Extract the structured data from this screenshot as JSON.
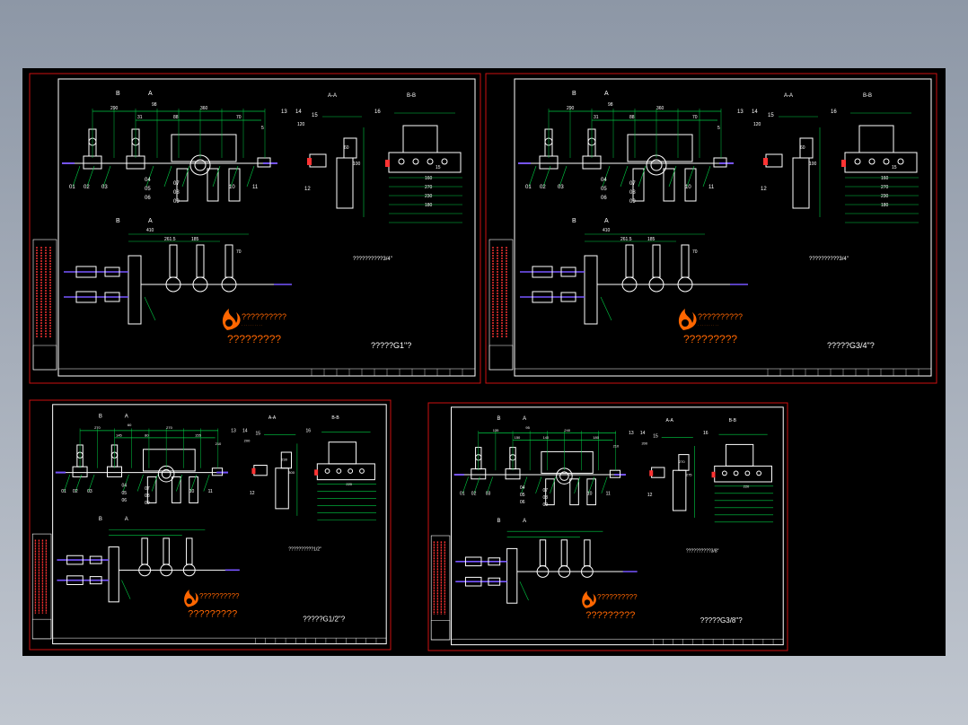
{
  "colors": {
    "frame": "#cc1111",
    "border": "#ffffff",
    "drawing": "#ffffff",
    "dimension": "#00cc44",
    "note": "#ff3333",
    "logo": "#ff6600",
    "port": "#7755ff"
  },
  "sheets": [
    {
      "id": "sheet-1",
      "title": "?????G1\"?",
      "subtitle": "??????????3/4\"",
      "brand_text": "??????????",
      "brand_sub": "· · · · · · · · · ·",
      "logo_text": "?????????",
      "section_a": "A-A",
      "section_b": "B-B",
      "view_a": "A",
      "view_b": "B",
      "dims": [
        "290",
        "360",
        "31",
        "98",
        "88",
        "70",
        "5",
        "120",
        "60",
        "100",
        "160",
        "270",
        "230",
        "180",
        "15",
        "410",
        "261.5",
        "185",
        "70"
      ],
      "parts": [
        "01",
        "02",
        "03",
        "04",
        "05",
        "06",
        "07",
        "08",
        "09",
        "10",
        "11",
        "12",
        "13",
        "14",
        "15",
        "16"
      ]
    },
    {
      "id": "sheet-2",
      "title": "?????G3/4\"?",
      "subtitle": "??????????3/4\"",
      "brand_text": "??????????",
      "brand_sub": "· · · · · · · · · ·",
      "logo_text": "?????????",
      "section_a": "A-A",
      "section_b": "B-B",
      "view_a": "A",
      "view_b": "B",
      "dims": [
        "290",
        "360",
        "31",
        "98",
        "88",
        "70",
        "5",
        "120",
        "60",
        "100",
        "160",
        "270",
        "230",
        "180",
        "15",
        "410",
        "261.5",
        "185",
        "70"
      ],
      "parts": [
        "01",
        "02",
        "03",
        "04",
        "05",
        "06",
        "07",
        "08",
        "09",
        "10",
        "11",
        "12",
        "13",
        "14",
        "15",
        "16"
      ]
    },
    {
      "id": "sheet-3",
      "title": "?????G1/2\"?",
      "subtitle": "??????????1/2\"",
      "brand_text": "??????????",
      "brand_sub": "",
      "logo_text": "?????????",
      "section_a": "A-A",
      "section_b": "B-B",
      "view_a": "A",
      "view_b": "B",
      "dims": [
        "270",
        "270",
        "145",
        "60",
        "80",
        "155",
        "210",
        "200",
        "230",
        "300",
        "220"
      ],
      "parts": [
        "01",
        "02",
        "03",
        "04",
        "05",
        "06",
        "07",
        "08",
        "09",
        "10",
        "11",
        "12",
        "13",
        "14",
        "15",
        "16"
      ]
    },
    {
      "id": "sheet-4",
      "title": "?????G3/8\"?",
      "subtitle": "??????????3/8\"",
      "brand_text": "??????????",
      "brand_sub": "",
      "logo_text": "?????????",
      "section_a": "A-A",
      "section_b": "B-B",
      "view_a": "A",
      "view_b": "B",
      "dims": [
        "135",
        "240",
        "150",
        "95",
        "140",
        "180",
        "210",
        "200",
        "270",
        "275",
        "220"
      ],
      "parts": [
        "01",
        "02",
        "03",
        "04",
        "05",
        "06",
        "07",
        "08",
        "09",
        "10",
        "11",
        "12",
        "13",
        "14",
        "15",
        "16"
      ]
    }
  ]
}
